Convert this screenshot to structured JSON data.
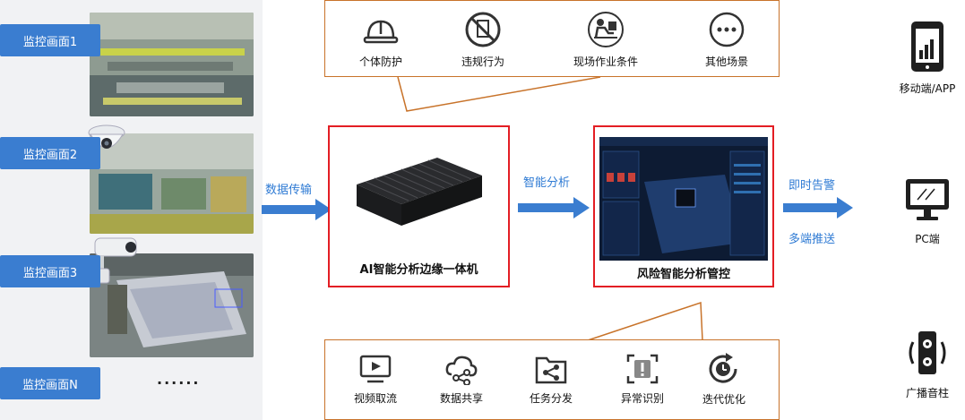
{
  "cameras": [
    {
      "label": "监控画面1"
    },
    {
      "label": "监控画面2"
    },
    {
      "label": "监控画面3"
    },
    {
      "label": "监控画面N"
    }
  ],
  "ellipsis": "......",
  "arrows": {
    "data_transfer": "数据传输",
    "smart_analysis": "智能分析",
    "instant_alert": "即时告警",
    "multi_push": "多端推送"
  },
  "edge_box": {
    "title": "AI智能分析边缘一体机"
  },
  "risk_box": {
    "title": "风险智能分析管控"
  },
  "top_scenarios": [
    {
      "label": "个体防护",
      "icon": "hard-hat-icon"
    },
    {
      "label": "违规行为",
      "icon": "no-violation-icon"
    },
    {
      "label": "现场作业条件",
      "icon": "worker-desk-icon"
    },
    {
      "label": "其他场景",
      "icon": "more-icon"
    }
  ],
  "bottom_functions": [
    {
      "label": "视频取流",
      "icon": "video-stream-icon"
    },
    {
      "label": "数据共享",
      "icon": "cloud-share-icon"
    },
    {
      "label": "任务分发",
      "icon": "task-share-icon"
    },
    {
      "label": "异常识别",
      "icon": "alert-scan-icon"
    },
    {
      "label": "迭代优化",
      "icon": "iterate-clock-icon"
    }
  ],
  "devices": [
    {
      "label": "移动端/APP",
      "icon": "mobile-icon"
    },
    {
      "label": "PC端",
      "icon": "monitor-icon"
    },
    {
      "label": "广播音柱",
      "icon": "speaker-icon"
    }
  ],
  "colors": {
    "accent": "#3a7dd0",
    "red_frame": "#e31e24",
    "orange_frame": "#c8732a"
  }
}
